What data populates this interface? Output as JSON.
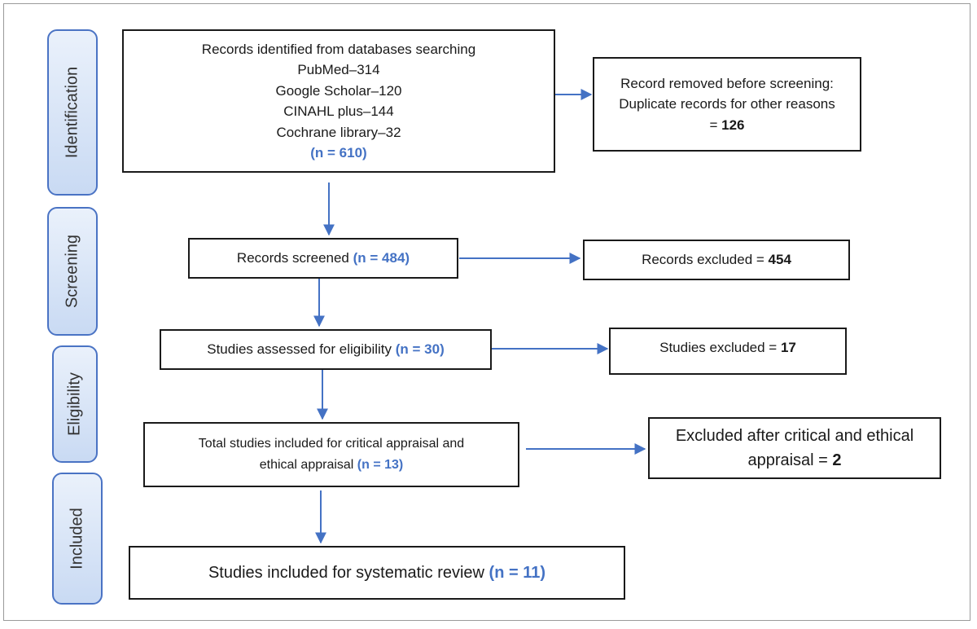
{
  "colors": {
    "arrow": "#4472c4",
    "count": "#4472c4",
    "stage_border": "#4a73c4",
    "stage_fill": "#c9daf3"
  },
  "stages": {
    "identification": "Identification",
    "screening": "Screening",
    "eligibility": "Eligibility",
    "included": "Included"
  },
  "identified": {
    "heading": "Records identified from databases searching",
    "sources": [
      "PubMed–314",
      "Google Scholar–120",
      "CINAHL plus–144",
      "Cochrane library–32"
    ],
    "count": "(n = 610)"
  },
  "removed": {
    "line1": "Record removed before screening:",
    "line2": "Duplicate records for other reasons",
    "eq": "= ",
    "value": "126"
  },
  "screened": {
    "label": "Records screened ",
    "count": "(n = 484)"
  },
  "excluded_records": {
    "label": "Records excluded = ",
    "value": "454"
  },
  "assessed": {
    "label": "Studies assessed for eligibility ",
    "count": "(n = 30)"
  },
  "excluded_studies": {
    "label": "Studies excluded = ",
    "value": "17"
  },
  "appraisal": {
    "line1": "Total studies included for critical appraisal and",
    "line2": "ethical appraisal ",
    "count": "(n = 13)"
  },
  "excluded_appraisal": {
    "line1": "Excluded after critical and ethical",
    "line2": "appraisal = ",
    "value": "2"
  },
  "included": {
    "label": "Studies included for systematic review ",
    "count": "(n = 11)"
  }
}
